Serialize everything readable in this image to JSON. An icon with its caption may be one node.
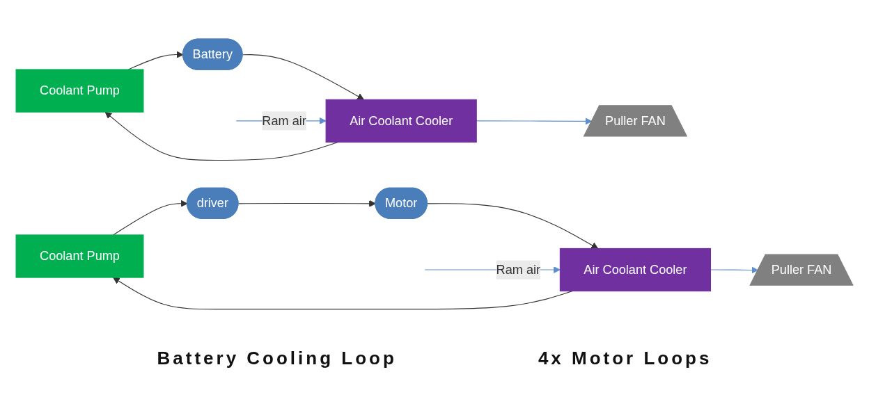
{
  "diagram": {
    "nodes": [
      {
        "text": [
          "Coolant Pump"
        ]
      },
      {
        "text": [
          "Battery"
        ]
      },
      {
        "text": [
          "Air Coolant Cooler"
        ]
      },
      {
        "text": [
          "Puller FAN"
        ]
      },
      {
        "text": [
          "Coolant Pump"
        ]
      },
      {
        "text": [
          "driver"
        ]
      },
      {
        "text": [
          "Motor"
        ]
      },
      {
        "text": [
          "Air Coolant Cooler"
        ]
      },
      {
        "text": [
          "Puller FAN"
        ]
      }
    ],
    "edges": [
      {
        "from": 0,
        "to": 1,
        "arrow": "to"
      },
      {
        "from": 1,
        "to": 2,
        "arrow": "to"
      },
      {
        "from": 2,
        "to": 0,
        "arrow": "to"
      },
      {
        "from": 2,
        "to": 3,
        "arrow": "to",
        "color": "#5b8fd0"
      },
      {
        "from": null,
        "to": 2,
        "arrow": "to",
        "label": "Ram air",
        "color": "#5b8fd0"
      },
      {
        "from": 4,
        "to": 5,
        "arrow": "to"
      },
      {
        "from": 5,
        "to": 6,
        "arrow": "to"
      },
      {
        "from": 6,
        "to": 7,
        "arrow": "to"
      },
      {
        "from": 7,
        "to": 4,
        "arrow": "to"
      },
      {
        "from": 7,
        "to": 8,
        "arrow": "to",
        "color": "#5b8fd0"
      },
      {
        "from": null,
        "to": 7,
        "arrow": "to",
        "label": "Ram air",
        "color": "#5b8fd0"
      }
    ],
    "labels": [
      "Battery Cooling Loop",
      "4x Motor Loops"
    ]
  }
}
